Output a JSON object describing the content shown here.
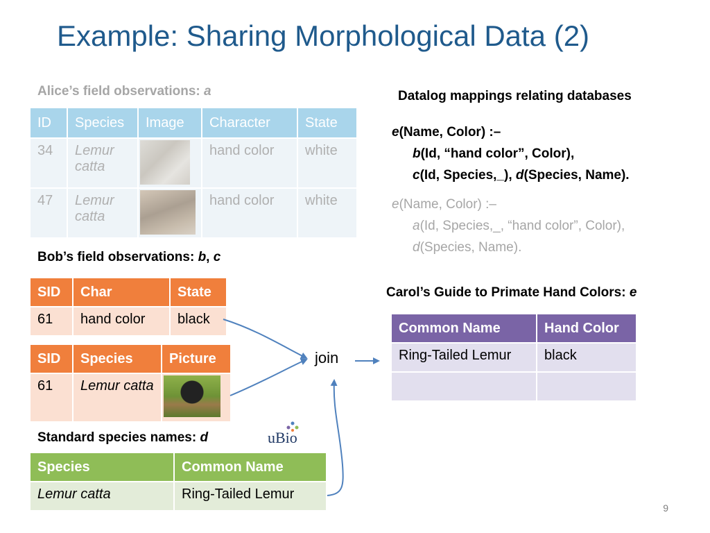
{
  "title": "Example: Sharing Morphological Data (2)",
  "alice": {
    "label_prefix": "Alice’s field observations: ",
    "label_var": "a",
    "headers": [
      "ID",
      "Species",
      "Image",
      "Character",
      "State"
    ],
    "rows": [
      {
        "id": "34",
        "species": "Lemur catta",
        "character": "hand color",
        "state": "white"
      },
      {
        "id": "47",
        "species": "Lemur catta",
        "character": "hand color",
        "state": "white"
      }
    ]
  },
  "bob": {
    "label_prefix": "Bob’s field observations: ",
    "label_var1": "b",
    "label_sep": ", ",
    "label_var2": "c",
    "table_b": {
      "headers": [
        "SID",
        "Char",
        "State"
      ],
      "row": {
        "sid": "61",
        "char": "hand color",
        "state": "black"
      }
    },
    "table_c": {
      "headers": [
        "SID",
        "Species",
        "Picture"
      ],
      "row": {
        "sid": "61",
        "species": "Lemur catta"
      }
    }
  },
  "standard": {
    "label_prefix": "Standard species names: ",
    "label_var": "d",
    "logo": "uBio",
    "headers": [
      "Species",
      "Common Name"
    ],
    "row": {
      "species": "Lemur catta",
      "common": "Ring-Tailed Lemur"
    }
  },
  "join_label": "join",
  "datalog": {
    "heading": "Datalog mappings relating databases",
    "rule1": {
      "head_pred": "e",
      "head_args": "(Name, Color)   :–",
      "line2_pred": "b",
      "line2_args": "(Id, “hand color”, Color),",
      "line3_pred1": "c",
      "line3_args1": "(Id, Species,_), ",
      "line3_pred2": "d",
      "line3_args2": "(Species, Name)."
    },
    "rule2": {
      "head_pred": "e",
      "head_args": "(Name, Color)   :–",
      "line2_pred": "a",
      "line2_args": "(Id, Species,_, “hand color”, Color),",
      "line3_pred": "d",
      "line3_args": "(Species, Name)."
    }
  },
  "carol": {
    "label_prefix": "Carol’s Guide to Primate Hand Colors: ",
    "label_var": "e",
    "headers": [
      "Common Name",
      "Hand Color"
    ],
    "row": {
      "common": "Ring-Tailed Lemur",
      "color": "black"
    }
  },
  "page_number": "9",
  "colors": {
    "title": "#1f5a8c",
    "alice_header": "#a9d5eb",
    "bob_header": "#f07f3c",
    "standard_header": "#8fbd57",
    "carol_header": "#7a64a6",
    "arrow": "#4f81bd"
  }
}
